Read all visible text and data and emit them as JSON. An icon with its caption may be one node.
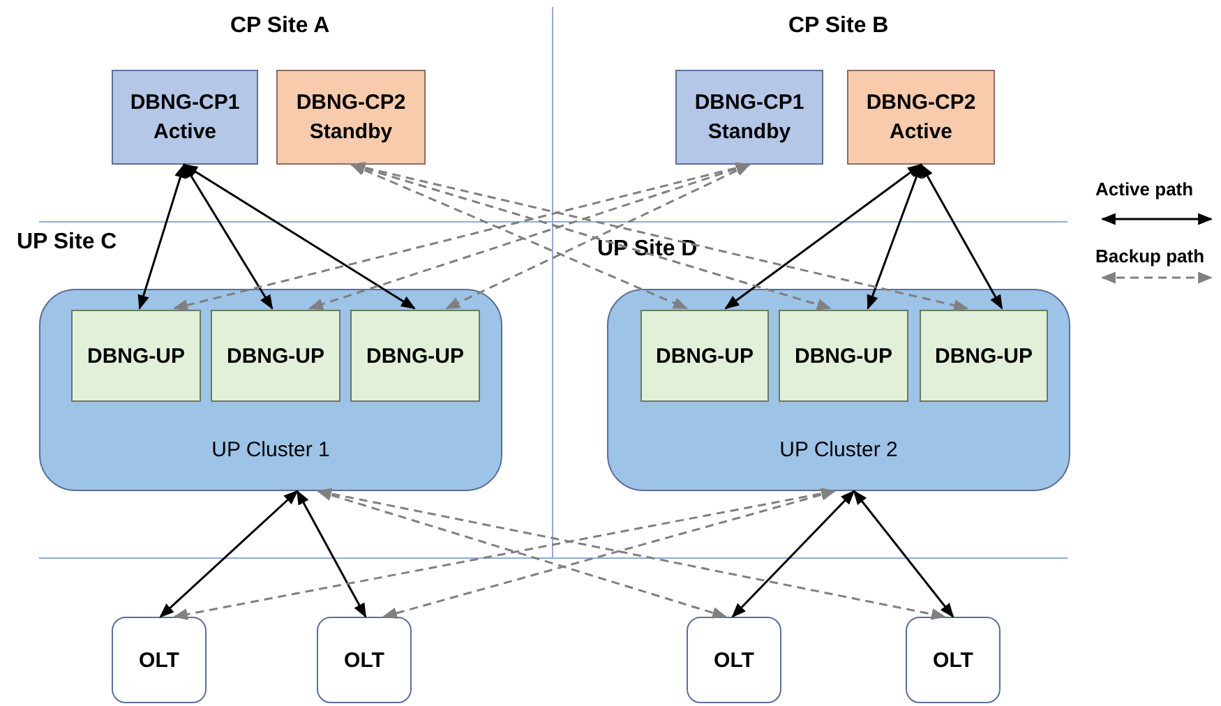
{
  "diagram": {
    "nodes": [
      {
        "text": [
          "DBNG-CP1 Active"
        ]
      },
      {
        "text": [
          "DBNG-CP2 Standby"
        ]
      },
      {
        "text": [
          "DBNG-CP1 Standby"
        ]
      },
      {
        "text": [
          "DBNG-CP2 Active"
        ]
      },
      {
        "text": [
          "UP Cluster 1"
        ]
      },
      {
        "text": [
          "DBNG-UP"
        ],
        "in": 4
      },
      {
        "text": [
          "DBNG-UP"
        ],
        "in": 4
      },
      {
        "text": [
          "DBNG-UP"
        ],
        "in": 4
      },
      {
        "text": [
          "UP Cluster 2"
        ]
      },
      {
        "text": [
          "DBNG-UP"
        ],
        "in": 8
      },
      {
        "text": [
          "DBNG-UP"
        ],
        "in": 8
      },
      {
        "text": [
          "DBNG-UP"
        ],
        "in": 8
      },
      {
        "text": [
          "OLT"
        ]
      },
      {
        "text": [
          "OLT"
        ]
      },
      {
        "text": [
          "OLT"
        ]
      },
      {
        "text": [
          "OLT"
        ]
      }
    ],
    "edges": [
      {
        "from": 0,
        "to": 5,
        "arrow": "both"
      },
      {
        "from": 0,
        "to": 6,
        "arrow": "both"
      },
      {
        "from": 0,
        "to": 7,
        "arrow": "both"
      },
      {
        "from": 3,
        "to": 9,
        "arrow": "both"
      },
      {
        "from": 3,
        "to": 10,
        "arrow": "both"
      },
      {
        "from": 3,
        "to": 11,
        "arrow": "both"
      },
      {
        "from": 1,
        "to": 9,
        "arrow": "both",
        "style": "dashed",
        "color": "#808080"
      },
      {
        "from": 1,
        "to": 10,
        "arrow": "both",
        "style": "dashed",
        "color": "#808080"
      },
      {
        "from": 1,
        "to": 11,
        "arrow": "both",
        "style": "dashed",
        "color": "#808080"
      },
      {
        "from": 2,
        "to": 5,
        "arrow": "both",
        "style": "dashed",
        "color": "#808080"
      },
      {
        "from": 2,
        "to": 6,
        "arrow": "both",
        "style": "dashed",
        "color": "#808080"
      },
      {
        "from": 2,
        "to": 7,
        "arrow": "both",
        "style": "dashed",
        "color": "#808080"
      },
      {
        "from": 4,
        "to": 12,
        "arrow": "both"
      },
      {
        "from": 4,
        "to": 13,
        "arrow": "both"
      },
      {
        "from": 8,
        "to": 14,
        "arrow": "both"
      },
      {
        "from": 8,
        "to": 15,
        "arrow": "both"
      },
      {
        "from": 4,
        "to": 14,
        "arrow": "both",
        "style": "dashed",
        "color": "#808080"
      },
      {
        "from": 4,
        "to": 15,
        "arrow": "both",
        "style": "dashed",
        "color": "#808080"
      },
      {
        "from": 8,
        "to": 12,
        "arrow": "both",
        "style": "dashed",
        "color": "#808080"
      },
      {
        "from": 8,
        "to": 13,
        "arrow": "both",
        "style": "dashed",
        "color": "#808080"
      }
    ],
    "labels": [
      "CP Site A",
      "CP Site B",
      "UP Site C",
      "UP Site D"
    ],
    "legend": [
      {
        "text": "Active path"
      },
      {
        "text": "Backup path"
      }
    ]
  }
}
